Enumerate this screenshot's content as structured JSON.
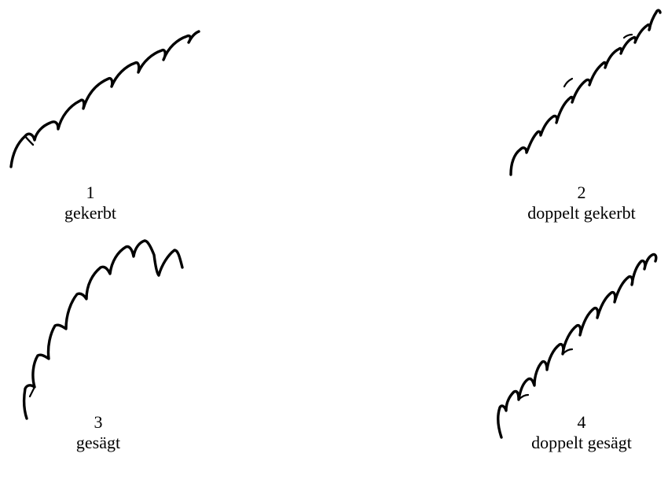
{
  "panels": [
    {
      "number": "1",
      "label": "gekerbt"
    },
    {
      "number": "2",
      "label": "doppelt gekerbt"
    },
    {
      "number": "3",
      "label": "gesägt"
    },
    {
      "number": "4",
      "label": "doppelt gesägt"
    }
  ]
}
